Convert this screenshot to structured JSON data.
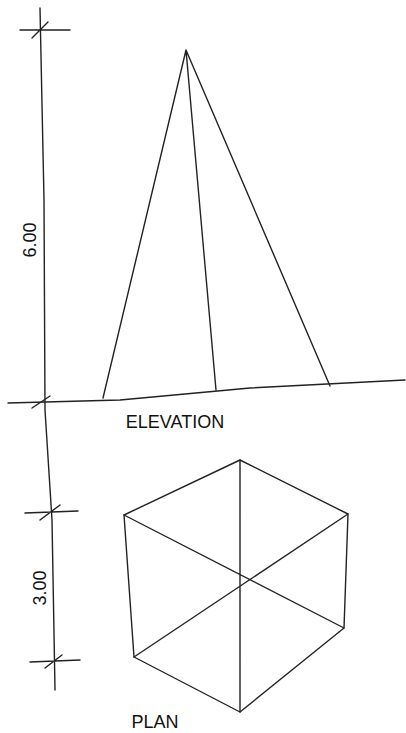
{
  "diagram": {
    "labels": [
      "6.00",
      "ELEVATION",
      "3.00",
      "PLAN"
    ]
  }
}
